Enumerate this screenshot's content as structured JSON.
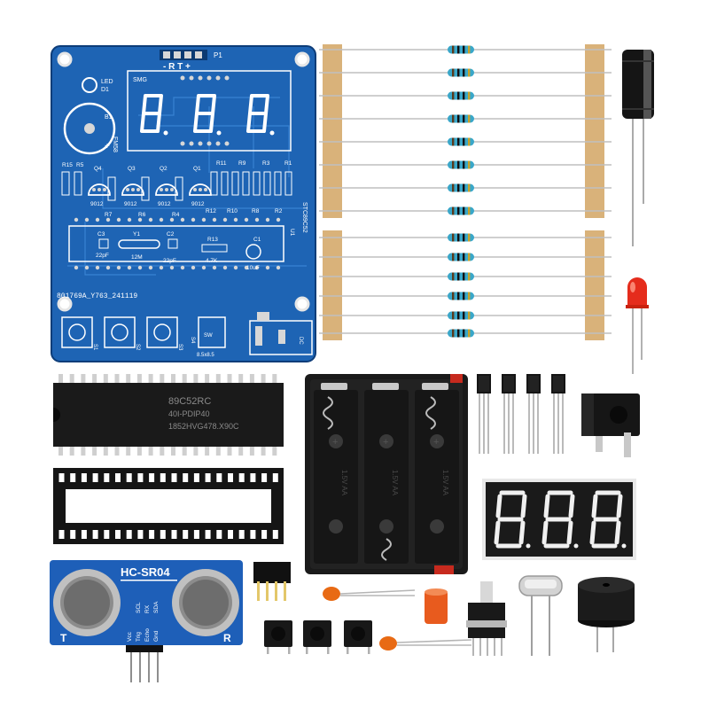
{
  "pcb": {
    "connector_label": "P1",
    "connector_pins": "- R T +",
    "led_label": "LED",
    "led_ref": "D1",
    "buzzer_ref": "B1",
    "buzzer_type": "FM58",
    "display_label": "SMG",
    "top_resistor_refs": [
      "R11",
      "R9",
      "R3",
      "R1"
    ],
    "bottom_resistor_refs": [
      "R12",
      "R10",
      "R8",
      "R2"
    ],
    "left_refs": [
      "R15",
      "R5"
    ],
    "transistor_refs": [
      "Q4",
      "Q3",
      "Q2",
      "Q1"
    ],
    "transistor_labels": [
      "9012",
      "9012",
      "9012",
      "9012"
    ],
    "mid_refs": [
      "R7",
      "R6",
      "R4"
    ],
    "c3": "C3",
    "c3_val": "22pF",
    "y1": "Y1",
    "y1_val": "12M",
    "c2": "C2",
    "c2_val": "22pF",
    "r13": "R13",
    "r13_val": "4.7K",
    "c1": "C1",
    "c1_val": "10uF",
    "mcu_label": "STC89C52",
    "u1": "U1",
    "board_id": "801769A_Y763_241119",
    "button_refs": [
      "S1",
      "S2",
      "S3"
    ],
    "switch_ref": "S4",
    "switch_label": "SW",
    "switch_part": "8.5x8.5",
    "dc_label": "DC"
  },
  "chip": {
    "line1": "89C52RC",
    "line2": "40I-PDIP40",
    "line3": "1852HVG478.X90C"
  },
  "battery": {
    "cell_label": "1.5V AA"
  },
  "sensor": {
    "model": "HC-SR04",
    "pins": [
      "Vcc",
      "Trig",
      "Echo",
      "Gnd"
    ],
    "alt_pins": [
      "SCL",
      "RX",
      "SDA"
    ],
    "left": "T",
    "right": "R"
  }
}
